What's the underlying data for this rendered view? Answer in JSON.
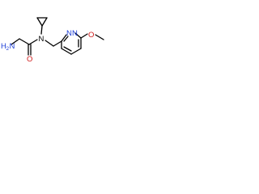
{
  "atoms": {
    "amine_n": "N",
    "amine_h": "H",
    "amine_h_count": "2",
    "carbonyl_o": "O",
    "amide_n": "N",
    "ring_n1": "N",
    "ring_n2": "N",
    "ether_o": "O"
  },
  "colors": {
    "bond": "#000000",
    "nitrogen": "#1e3fd6",
    "oxygen": "#d01919",
    "background": "#ffffff"
  }
}
